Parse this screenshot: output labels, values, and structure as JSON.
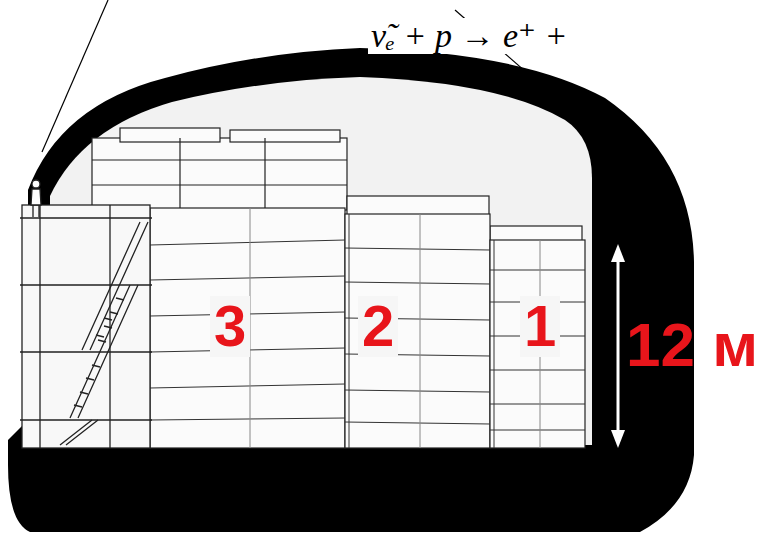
{
  "diagram": {
    "labels": [
      "ν̃ₑ + p → e⁺ +",
      "3",
      "2",
      "1",
      "12 м"
    ]
  }
}
